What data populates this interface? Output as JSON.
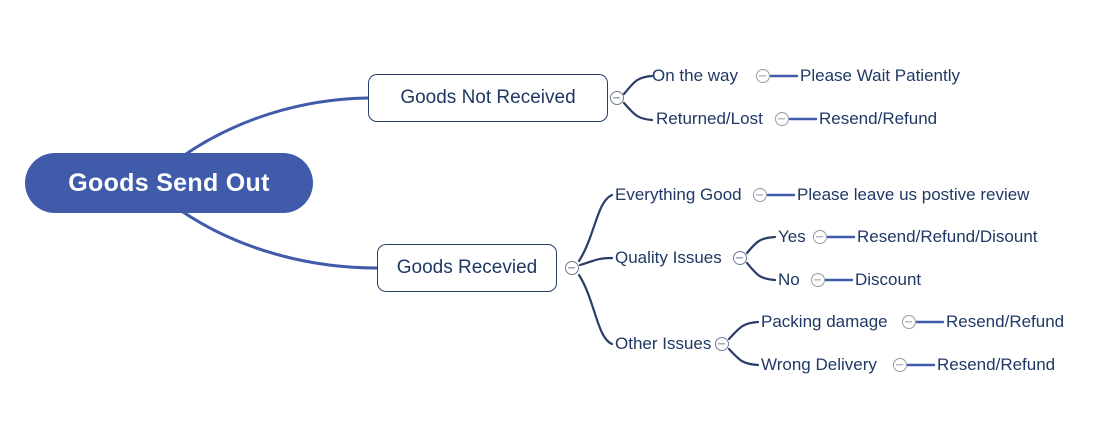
{
  "diagram": {
    "type": "mind-map",
    "title": "Goods Send Out",
    "colors": {
      "root_fill": "#3F5BA9",
      "root_text": "#FFFFFF",
      "node_text": "#1F3864",
      "branch_border": "#2B3C6B",
      "edge_stroke": "#3F5BA9",
      "edge_stroke_dark": "#2B3C6B",
      "toggle_stroke": "#9A9AA8",
      "background": "#FFFFFF"
    },
    "root": {
      "label": "Goods Send Out"
    },
    "branches": [
      {
        "id": "not-received",
        "label": "Goods Not Received",
        "children": [
          {
            "label": "On the way",
            "children": [
              {
                "label": "Please Wait Patiently"
              }
            ]
          },
          {
            "label": "Returned/Lost",
            "children": [
              {
                "label": "Resend/Refund"
              }
            ]
          }
        ]
      },
      {
        "id": "received",
        "label": "Goods Recevied",
        "children": [
          {
            "label": "Everything Good",
            "children": [
              {
                "label": "Please leave us postive review"
              }
            ]
          },
          {
            "label": "Quality Issues",
            "children": [
              {
                "label": "Yes",
                "children": [
                  {
                    "label": "Resend/Refund/Disount"
                  }
                ]
              },
              {
                "label": "No",
                "children": [
                  {
                    "label": "Discount"
                  }
                ]
              }
            ]
          },
          {
            "label": "Other Issues",
            "children": [
              {
                "label": "Packing damage",
                "children": [
                  {
                    "label": "Resend/Refund"
                  }
                ]
              },
              {
                "label": "Wrong Delivery",
                "children": [
                  {
                    "label": "Resend/Refund"
                  }
                ]
              }
            ]
          }
        ]
      }
    ]
  }
}
